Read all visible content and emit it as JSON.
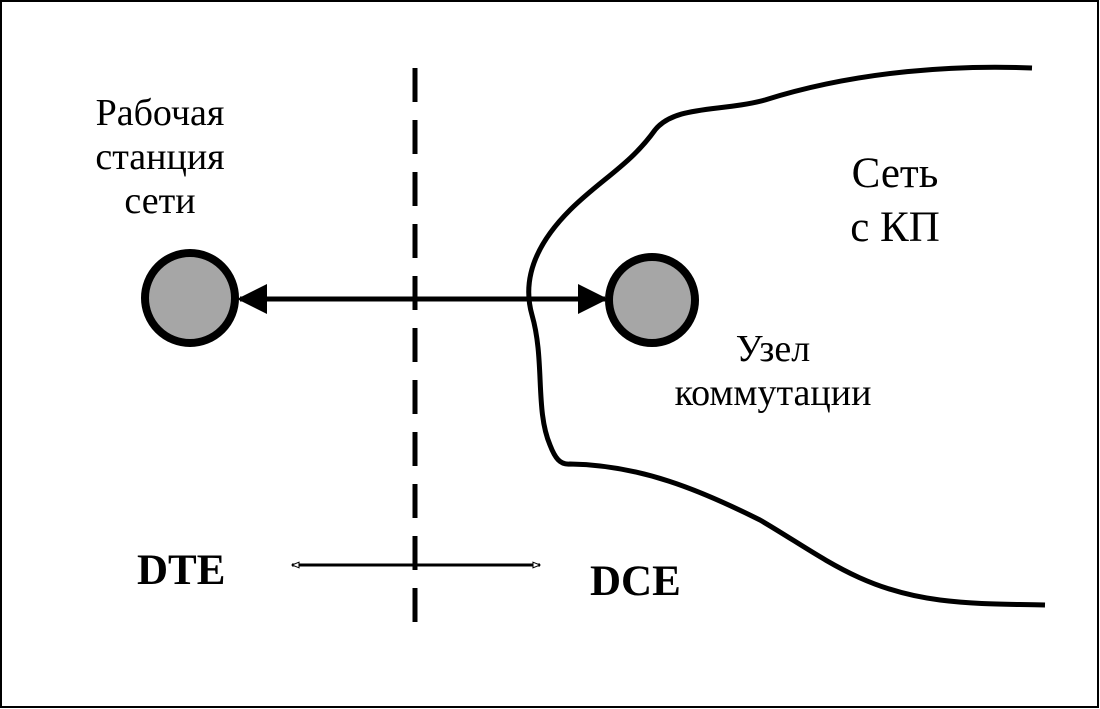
{
  "labels": {
    "workstation": [
      "Рабочая",
      "станция",
      "сети"
    ],
    "network": [
      "Сеть",
      "с КП"
    ],
    "switch_node": [
      "Узел",
      "коммутации"
    ],
    "dte": "DTE",
    "dce": "DCE"
  },
  "colors": {
    "stroke": "#000000",
    "node_fill": "#a6a6a6",
    "background": "#ffffff"
  }
}
